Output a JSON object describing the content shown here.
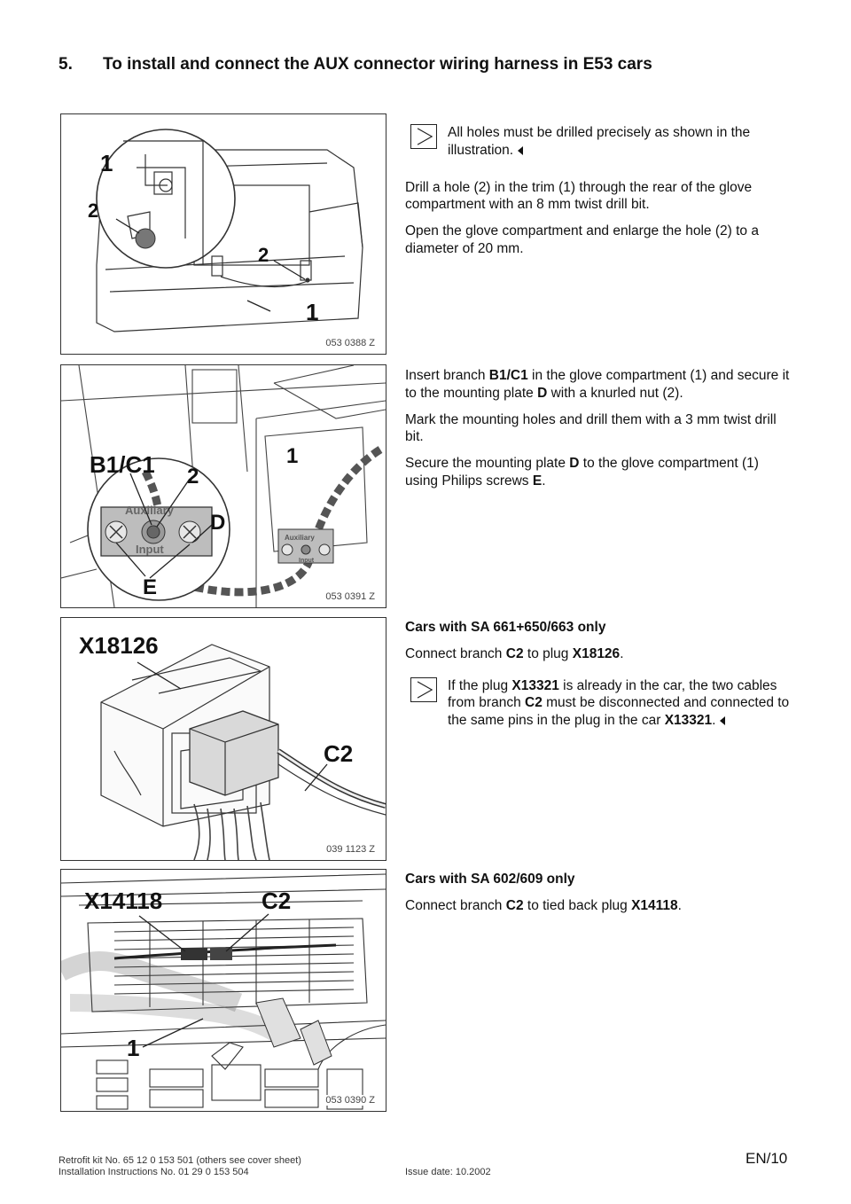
{
  "section": {
    "number": "5.",
    "title": "To install and connect the AUX connector wiring harness in E53 cars"
  },
  "figures": [
    {
      "code": "053 0388 Z",
      "labels": [
        "1",
        "2",
        "2",
        "1"
      ]
    },
    {
      "code": "053 0391 Z",
      "labels": [
        "B1/C1",
        "2",
        "1",
        "D",
        "E",
        "Auxiliary",
        "Input",
        "Auxiliary",
        "Input"
      ]
    },
    {
      "code": "039 1123 Z",
      "labels": [
        "X18126",
        "C2"
      ]
    },
    {
      "code": "053 0390 Z",
      "labels": [
        "X14118",
        "C2",
        "1"
      ]
    }
  ],
  "block1": {
    "note": "All holes must be drilled precisely as shown in the illustration.",
    "p1": "Drill a hole (2) in the trim (1) through the rear of the glove compartment with an 8 mm twist drill bit.",
    "p2": "Open the glove compartment and enlarge the hole (2) to a diameter of 20 mm."
  },
  "block2": {
    "p1_a": "Insert branch ",
    "p1_b": "B1/C1",
    "p1_c": " in the glove compartment (1) and secure it to the mounting plate ",
    "p1_d": "D",
    "p1_e": " with a knurled nut (2).",
    "p2": "Mark the mounting holes and drill them with a 3 mm twist drill bit.",
    "p3_a": "Secure the mounting plate ",
    "p3_b": "D",
    "p3_c": " to the glove compartment (1) using Philips screws ",
    "p3_d": "E",
    "p3_e": "."
  },
  "block3": {
    "heading": "Cars with SA 661+650/663 only",
    "p1_a": "Connect branch ",
    "p1_b": "C2",
    "p1_c": " to plug ",
    "p1_d": "X18126",
    "p1_e": ".",
    "note_a": "If the plug ",
    "note_b": "X13321",
    "note_c": " is already in the car, the two cables from branch ",
    "note_d": "C2",
    "note_e": " must be disconnected and connected to the same pins in the plug in the car ",
    "note_f": "X13321",
    "note_g": "."
  },
  "block4": {
    "heading": "Cars with SA 602/609 only",
    "p1_a": "Connect branch ",
    "p1_b": "C2",
    "p1_c": " to tied back plug ",
    "p1_d": "X14118",
    "p1_e": "."
  },
  "footer": {
    "line1": "Retrofit kit No. 65 12 0 153 501 (others see cover sheet)",
    "line2": "Installation Instructions No. 01 29 0 153 504",
    "issue": "Issue date: 10.2002",
    "page": "EN/10"
  }
}
